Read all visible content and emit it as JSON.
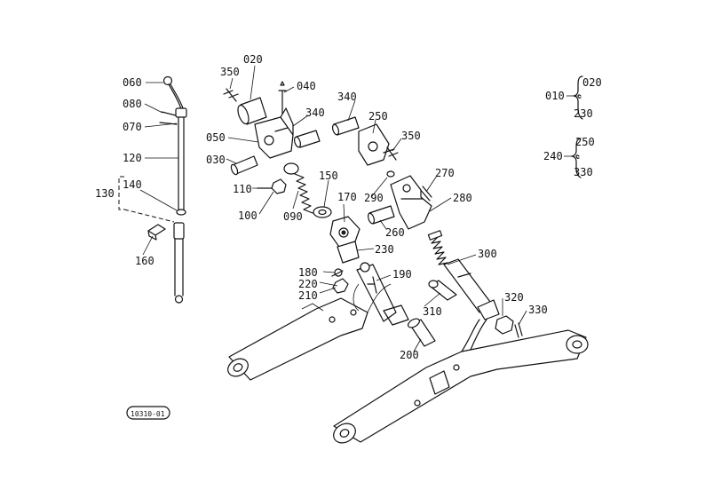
{
  "parts": {
    "p010": "010",
    "p020": "020",
    "p030": "030",
    "p040": "040",
    "p050": "050",
    "p060": "060",
    "p070": "070",
    "p080": "080",
    "p090": "090",
    "p100": "100",
    "p110": "110",
    "p120": "120",
    "p130": "130",
    "p140": "140",
    "p150": "150",
    "p160": "160",
    "p170": "170",
    "p180": "180",
    "p190": "190",
    "p200": "200",
    "p210": "210",
    "p220": "220",
    "p230": "230",
    "p240": "240",
    "p250": "250",
    "p260": "260",
    "p270": "270",
    "p280": "280",
    "p290": "290",
    "p300": "300",
    "p310": "310",
    "p320": "320",
    "p330": "330",
    "p340": "340",
    "p340b": "340",
    "p350": "350",
    "p350b": "350"
  },
  "legend": {
    "group010": {
      "label": "010",
      "from": "020",
      "to": "230"
    },
    "group240": {
      "label": "240",
      "from": "250",
      "to": "330"
    }
  },
  "diagram_code": "10310-01"
}
